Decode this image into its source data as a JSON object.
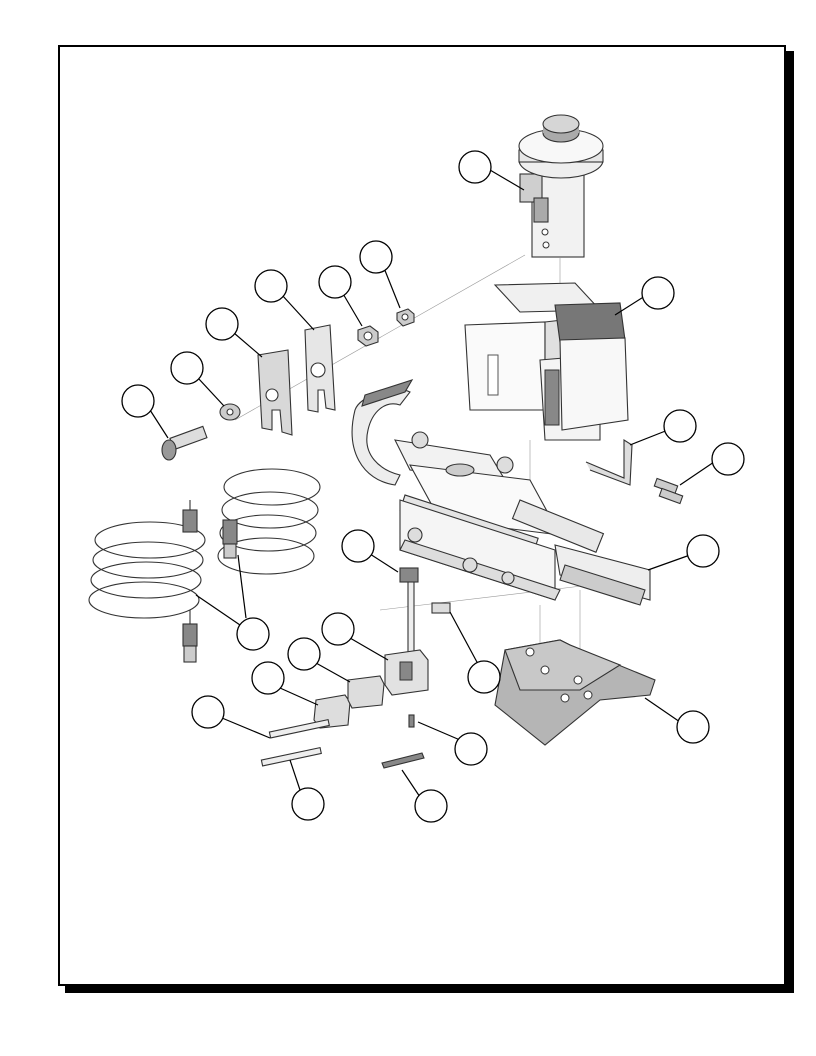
{
  "diagram": {
    "kind": "exploded-assembly",
    "callout_count": 23,
    "colors": {
      "frame": "#000000",
      "part_light": "#e6e6e6",
      "part_mid": "#b3b3b3",
      "part_dark": "#7a7a7a"
    }
  },
  "parts": [
    {
      "name": "rotary-head-assembly"
    },
    {
      "name": "mounting-bracket-block"
    },
    {
      "name": "carriage-rail-assembly"
    },
    {
      "name": "base-plate"
    },
    {
      "name": "coiled-hose-left"
    },
    {
      "name": "coiled-hose-right"
    },
    {
      "name": "l-bracket"
    },
    {
      "name": "shoulder-bolt"
    },
    {
      "name": "flat-washer"
    },
    {
      "name": "spacer-plate-front"
    },
    {
      "name": "spacer-plate-rear"
    },
    {
      "name": "hex-nut-a"
    },
    {
      "name": "hex-nut-b"
    },
    {
      "name": "clamp-block-small"
    },
    {
      "name": "clamp-block-large"
    },
    {
      "name": "guide-rod"
    },
    {
      "name": "blade-strip"
    },
    {
      "name": "socket-screws"
    }
  ]
}
